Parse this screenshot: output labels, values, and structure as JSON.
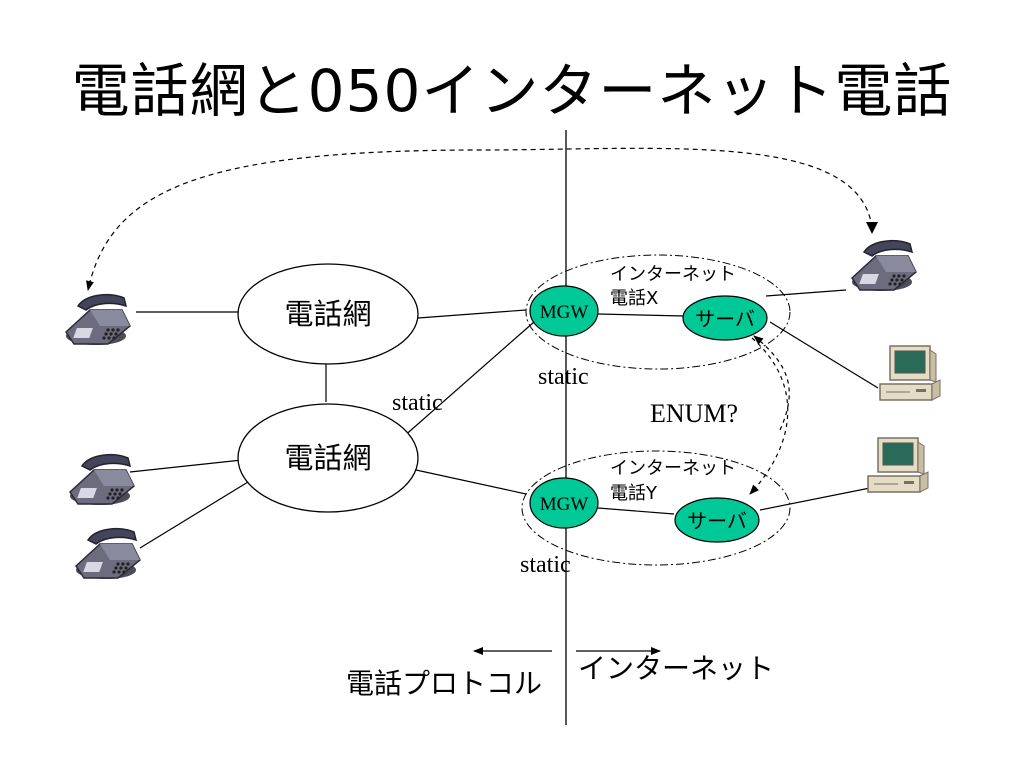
{
  "title": "電話網と050インターネット電話",
  "networks": {
    "top": "電話網",
    "bottom": "電話網"
  },
  "gateways": {
    "top": "MGW",
    "bottom": "MGW"
  },
  "servers": {
    "top": "サーバ",
    "bottom": "サーバ"
  },
  "ip_phone_groups": {
    "x": {
      "line1": "インターネット",
      "line2": "電話X"
    },
    "y": {
      "line1": "インターネット",
      "line2": "電話Y"
    }
  },
  "static_labels": {
    "upper_left": "static",
    "upper_right": "static",
    "lower": "static"
  },
  "enum_label": "ENUM?",
  "bottom_labels": {
    "left": "電話プロトコル",
    "right": "インターネット"
  },
  "icons": {
    "phone": "telephone-icon",
    "computer": "computer-icon"
  },
  "colors": {
    "node_fill": "#00c896",
    "line": "#000000"
  }
}
